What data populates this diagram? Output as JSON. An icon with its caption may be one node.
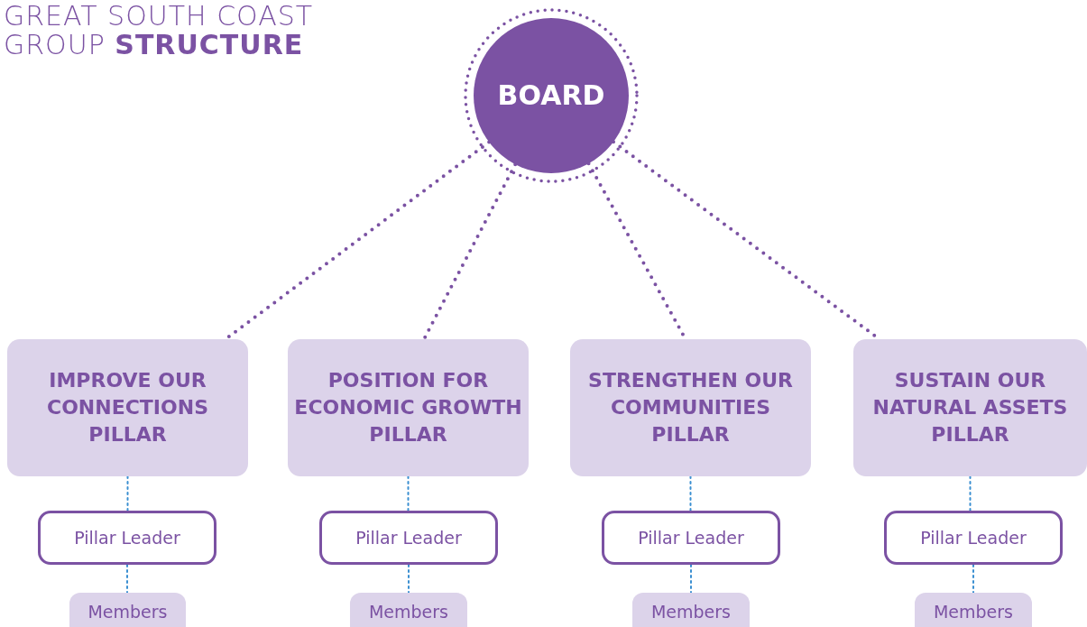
{
  "diagram": {
    "title": "GREAT SOUTH COAST GROUP **STRUCTURE**",
    "nodes": [
      {
        "text": [
          "BOARD"
        ]
      },
      {
        "text": [
          "IMPROVE OUR CONNECTIONS PILLAR"
        ]
      },
      {
        "text": [
          "POSITION FOR ECONOMIC GROWTH PILLAR"
        ]
      },
      {
        "text": [
          "STRENGTHEN OUR COMMUNITIES PILLAR"
        ]
      },
      {
        "text": [
          "SUSTAIN OUR NATURAL ASSETS PILLAR"
        ]
      },
      {
        "text": [
          "Pillar Leader"
        ]
      },
      {
        "text": [
          "Pillar Leader"
        ]
      },
      {
        "text": [
          "Pillar Leader"
        ]
      },
      {
        "text": [
          "Pillar Leader"
        ]
      },
      {
        "text": [
          "Members"
        ]
      },
      {
        "text": [
          "Members"
        ]
      },
      {
        "text": [
          "Members"
        ]
      },
      {
        "text": [
          "Members"
        ]
      }
    ],
    "edges": [
      {
        "from": 0,
        "to": 1,
        "arrow": "none",
        "style": "dashed",
        "color": "#7b52a3"
      },
      {
        "from": 0,
        "to": 2,
        "arrow": "none",
        "style": "dashed",
        "color": "#7b52a3"
      },
      {
        "from": 0,
        "to": 3,
        "arrow": "none",
        "style": "dashed",
        "color": "#7b52a3"
      },
      {
        "from": 0,
        "to": 4,
        "arrow": "none",
        "style": "dashed",
        "color": "#7b52a3"
      },
      {
        "from": 1,
        "to": 5,
        "arrow": "none",
        "style": "dashed"
      },
      {
        "from": 2,
        "to": 6,
        "arrow": "none",
        "style": "dashed"
      },
      {
        "from": 3,
        "to": 7,
        "arrow": "none",
        "style": "dashed"
      },
      {
        "from": 4,
        "to": 8,
        "arrow": "none",
        "style": "dashed"
      },
      {
        "from": 5,
        "to": 9,
        "arrow": "none",
        "style": "dashed"
      },
      {
        "from": 6,
        "to": 10,
        "arrow": "none",
        "style": "dashed"
      },
      {
        "from": 7,
        "to": 11,
        "arrow": "none",
        "style": "dashed"
      },
      {
        "from": 8,
        "to": 12,
        "arrow": "none",
        "style": "dashed"
      }
    ]
  }
}
